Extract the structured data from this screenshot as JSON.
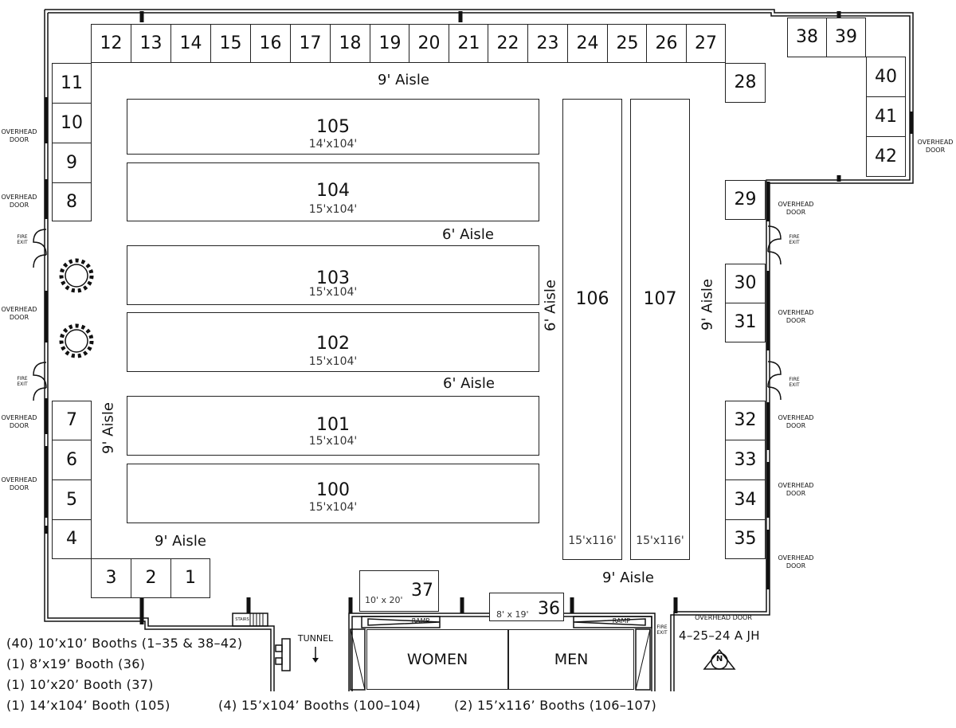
{
  "booths": {
    "b1": "1",
    "b2": "2",
    "b3": "3",
    "b4": "4",
    "b5": "5",
    "b6": "6",
    "b7": "7",
    "b8": "8",
    "b9": "9",
    "b10": "10",
    "b11": "11",
    "b12": "12",
    "b13": "13",
    "b14": "14",
    "b15": "15",
    "b16": "16",
    "b17": "17",
    "b18": "18",
    "b19": "19",
    "b20": "20",
    "b21": "21",
    "b22": "22",
    "b23": "23",
    "b24": "24",
    "b25": "25",
    "b26": "26",
    "b27": "27",
    "b28": "28",
    "b29": "29",
    "b30": "30",
    "b31": "31",
    "b32": "32",
    "b33": "33",
    "b34": "34",
    "b35": "35",
    "b38": "38",
    "b39": "39",
    "b40": "40",
    "b41": "41",
    "b42": "42"
  },
  "large_booths": {
    "b100": {
      "num": "100",
      "size": "15'x104'"
    },
    "b101": {
      "num": "101",
      "size": "15'x104'"
    },
    "b102": {
      "num": "102",
      "size": "15'x104'"
    },
    "b103": {
      "num": "103",
      "size": "15'x104'"
    },
    "b104": {
      "num": "104",
      "size": "15'x104'"
    },
    "b105": {
      "num": "105",
      "size": "14'x104'"
    },
    "b106": {
      "num": "106",
      "size": "15'x116'"
    },
    "b107": {
      "num": "107",
      "size": "15'x116'"
    },
    "b36": {
      "num": "36",
      "size": "8' x 19'"
    },
    "b37": {
      "num": "37",
      "size": "10' x 20'"
    }
  },
  "aisles": {
    "top": "9' Aisle",
    "upper_mid": "6' Aisle",
    "lower_mid": "6' Aisle",
    "left": "9' Aisle",
    "bottom_left": "9' Aisle",
    "bottom_right": "9' Aisle",
    "center_vertical": "6' Aisle",
    "right_vertical": "9' Aisle"
  },
  "doors": {
    "overhead_line1": "OVERHEAD",
    "overhead_line2": "DOOR",
    "overhead_single": "OVERHEAD DOOR",
    "fire_line1": "FIRE",
    "fire_line2": "EXIT"
  },
  "facilities": {
    "women": "WOMEN",
    "men": "MEN",
    "ramp": "RAMP",
    "tunnel": "TUNNEL",
    "stairs": "STAIRS"
  },
  "meta": {
    "date_initials": "4–25–24  A  JH",
    "north": "N"
  },
  "legend": {
    "line1": "(40)  10’x10’  Booths  (1–35  &  38–42)",
    "line2": "(1)  8’x19’  Booth  (36)",
    "line3": "(1)  10’x20’  Booth  (37)",
    "line4": "(1)  14’x104’  Booth  (105)",
    "line5": "(4)  15’x104’  Booths  (100–104)",
    "line6": "(2)  15’x116’  Booths  (106–107)"
  }
}
